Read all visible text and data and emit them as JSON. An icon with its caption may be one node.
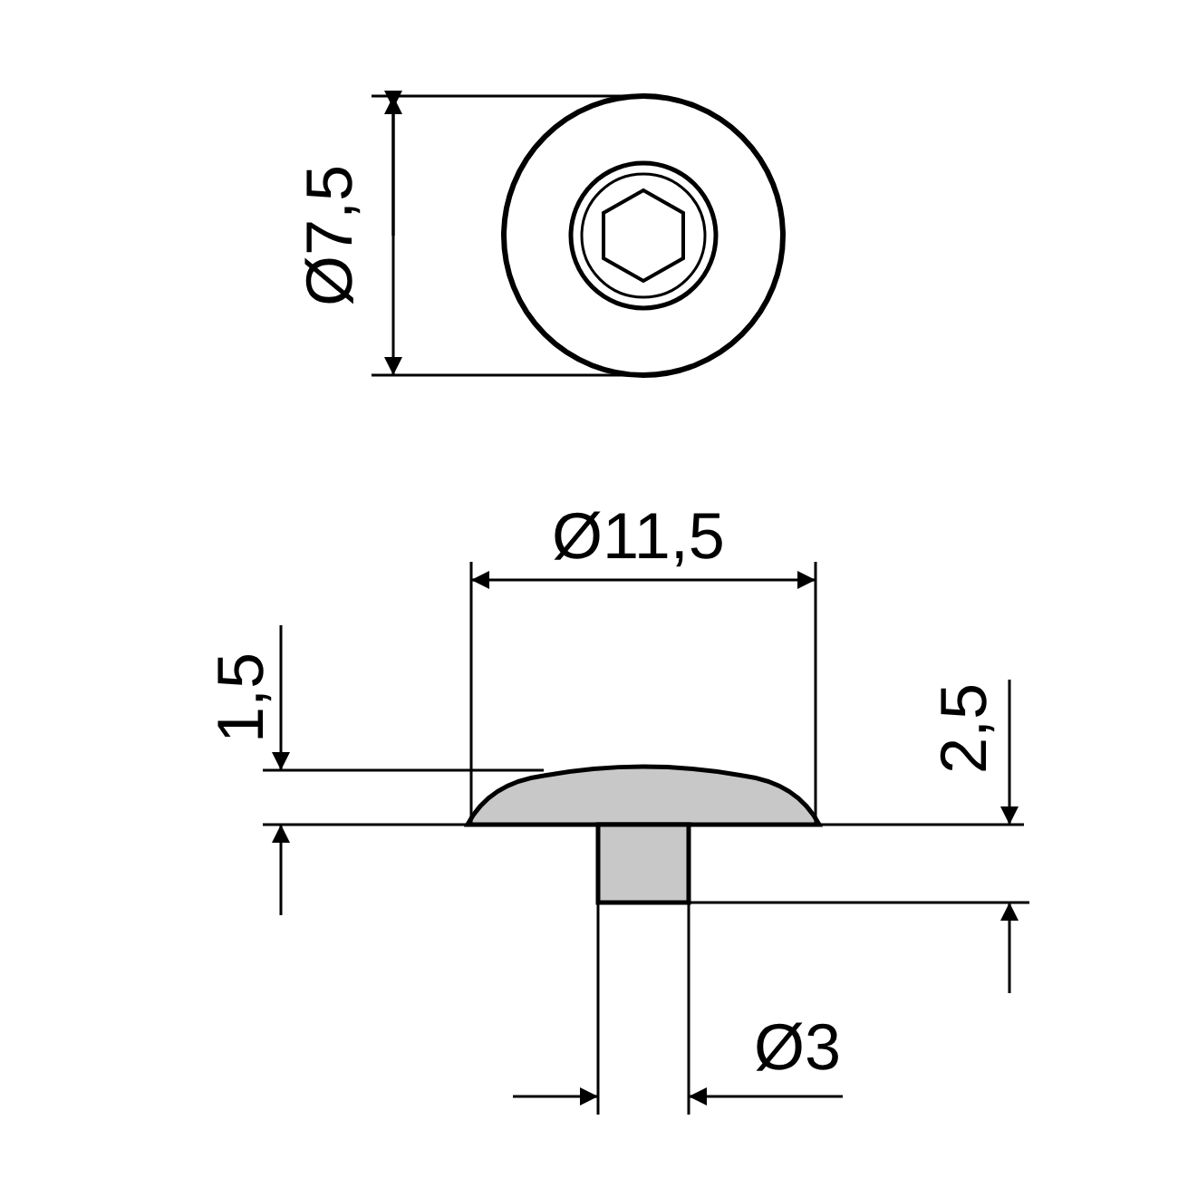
{
  "diagram": {
    "labels": [
      "Ø7,5",
      "Ø11,5",
      "1,5",
      "2,5",
      "Ø3"
    ]
  }
}
